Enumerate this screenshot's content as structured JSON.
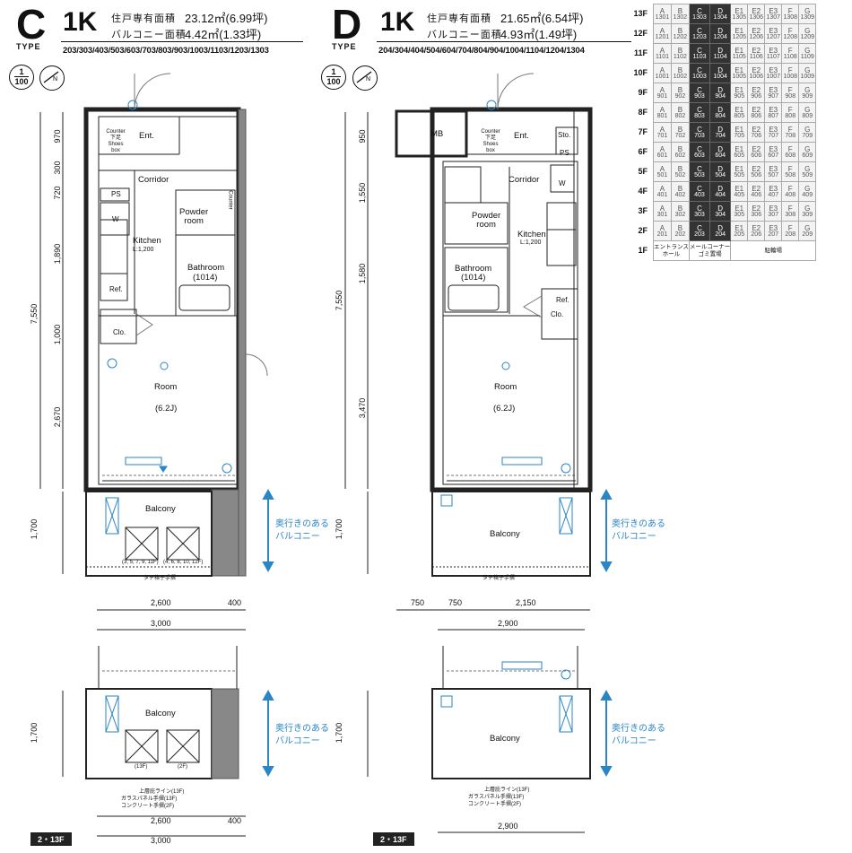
{
  "planC": {
    "letter": "C",
    "type_label": "TYPE",
    "layout": "1K",
    "area_label": "住戸専有面積",
    "area_value": "23.12㎡(6.99坪)",
    "balcony_label": "バルコニー面積",
    "balcony_value": "4.42㎡(1.33坪)",
    "rooms": "203/303/403/503/603/703/803/903/1003/1103/1203/1303",
    "scale_top": "1",
    "scale_bottom": "100",
    "labels": {
      "ent": "Ent.",
      "counter_shoes": "Counter\n下足\nShoes\nbox",
      "counter": "Counter",
      "ps": "PS",
      "w": "W",
      "corridor": "Corridor",
      "powder": "Powder\nroom",
      "kitchen": "Kitchen",
      "kitchen_sub": "L:1,200",
      "bathroom": "Bathroom",
      "bathroom_sub": "(1014)",
      "ref": "Ref.",
      "clo": "Clo.",
      "room": "Room",
      "room_sub": "(6.2J)",
      "balcony": "Balcony",
      "unit_a": "(3, 5, 7, 9, 11F)",
      "unit_b": "(4, 6, 8, 10, 12F)",
      "rail": "タテ格子手摺",
      "balcony_note": "奥行きのある\nバルコニー",
      "bottom_a": "(13F)",
      "bottom_b": "(2F)",
      "note1": "上層庇ライン(13F)",
      "note2": "ガラスパネル手摺(13F)",
      "note3": "コンクリート手摺(2F)",
      "floor_tag": "2・13F"
    },
    "v_dims": [
      "970",
      "300",
      "720",
      "1,890",
      "1,000",
      "2,670",
      "7,550",
      "1,700",
      "1,700"
    ],
    "h_dims": [
      "2,600",
      "400",
      "3,000",
      "2,600",
      "400",
      "3,000"
    ]
  },
  "planD": {
    "letter": "D",
    "type_label": "TYPE",
    "layout": "1K",
    "area_label": "住戸専有面積",
    "area_value": "21.65㎡(6.54坪)",
    "balcony_label": "バルコニー面積",
    "balcony_value": "4.93㎡(1.49坪)",
    "rooms": "204/304/404/504/604/704/804/904/1004/1104/1204/1304",
    "scale_top": "1",
    "scale_bottom": "100",
    "labels": {
      "mb": "MB",
      "ent": "Ent.",
      "sto": "Sto.",
      "counter_shoes": "Counter\n下足\nShoes\nbox",
      "ps": "PS",
      "w": "W",
      "corridor": "Corridor",
      "powder": "Powder\nroom",
      "kitchen": "Kitchen",
      "kitchen_sub": "L:1,200",
      "bathroom": "Bathroom",
      "bathroom_sub": "(1014)",
      "ref": "Ref.",
      "clo": "Clo.",
      "room": "Room",
      "room_sub": "(6.2J)",
      "balcony": "Balcony",
      "rail": "タテ格子手摺",
      "balcony_note": "奥行きのある\nバルコニー",
      "note1": "上層庇ライン(13F)",
      "note2": "ガラスパネル手摺(13F)",
      "note3": "コンクリート手摺(2F)",
      "floor_tag": "2・13F"
    },
    "v_dims": [
      "950",
      "1,550",
      "1,580",
      "3,470",
      "7,550",
      "1,700",
      "1,700"
    ],
    "h_dims": [
      "750",
      "750",
      "2,150",
      "2,900",
      "2,900"
    ]
  },
  "floor_table": {
    "floors": [
      "13F",
      "12F",
      "11F",
      "10F",
      "9F",
      "8F",
      "7F",
      "6F",
      "5F",
      "4F",
      "3F",
      "2F"
    ],
    "types": [
      "A",
      "B",
      "C",
      "D",
      "E1",
      "E2",
      "E3",
      "F",
      "G"
    ],
    "suffixes": [
      "01",
      "02",
      "03",
      "04",
      "05",
      "06",
      "07",
      "08",
      "09"
    ],
    "highlight": [
      "C",
      "D"
    ],
    "ground_floor": "1F",
    "ground_notes": [
      "エントランス\nホール",
      "メールコーナー\nゴミ置場",
      "駐輪場"
    ]
  }
}
